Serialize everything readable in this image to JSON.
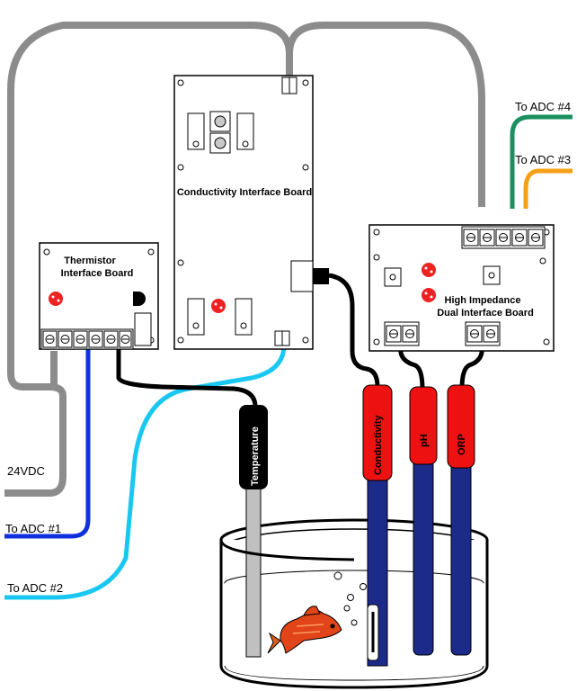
{
  "boards": {
    "conductivity": "Conductivity Interface Board",
    "thermistor_line1": "Thermistor",
    "thermistor_line2": "Interface Board",
    "high_imp_line1": "High Impedance",
    "high_imp_line2": "Dual Interface Board"
  },
  "wires": {
    "power": "24VDC",
    "adc1": "To ADC #1",
    "adc2": "To ADC #2",
    "adc3": "To ADC #3",
    "adc4": "To ADC #4"
  },
  "probes": {
    "temperature": "Temperature",
    "conductivity": "Conductivity",
    "ph": "pH",
    "orp": "ORP"
  },
  "colors": {
    "gray_wire": "#8c8c8c",
    "blue_wire": "#1030e0",
    "cyan_wire": "#18c8f0",
    "green_wire": "#1a9060",
    "orange_wire": "#f5a018",
    "probe_red": "#ee1111",
    "probe_body": "#1c2a8a",
    "led_red": "#ee2222"
  }
}
